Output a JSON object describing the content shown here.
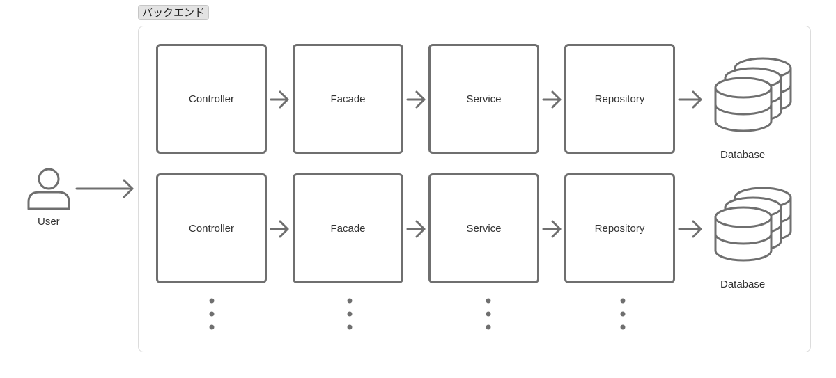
{
  "group": {
    "label": "バックエンド"
  },
  "user": {
    "label": "User"
  },
  "rows": [
    {
      "controller": "Controller",
      "facade": "Facade",
      "service": "Service",
      "repository": "Repository",
      "database": "Database"
    },
    {
      "controller": "Controller",
      "facade": "Facade",
      "service": "Service",
      "repository": "Repository",
      "database": "Database"
    }
  ],
  "colors": {
    "stroke": "#6f6f6f",
    "frame": "#dcdcdc",
    "tag_bg": "#e3e3e3"
  }
}
